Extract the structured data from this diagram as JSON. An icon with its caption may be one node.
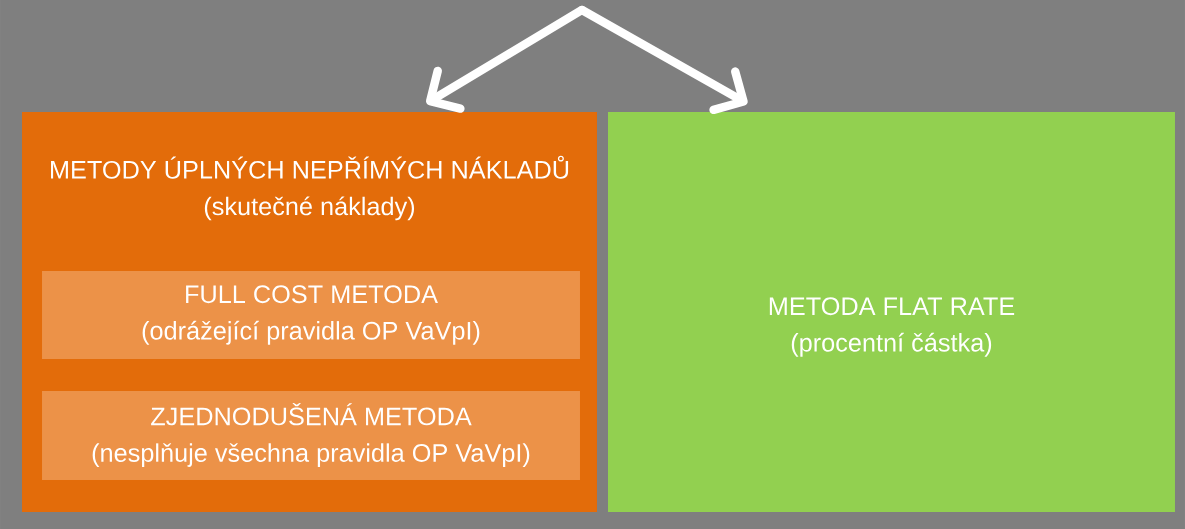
{
  "diagram": {
    "nodes": [
      {
        "text": [
          "METODY ÚPLNÝCH NEPŘÍMÝCH NÁKLADŮ",
          "(skutečné náklady)"
        ]
      },
      {
        "text": [
          "FULL COST METODA",
          "(odrážející pravidla OP VaVpI)"
        ],
        "in": 0
      },
      {
        "text": [
          "ZJEDNODUŠENÁ METODA",
          "(nesplňuje všechna pravidla OP VaVpI)"
        ],
        "in": 0
      },
      {
        "text": [
          "METODA FLAT RATE",
          "(procentní částka)"
        ]
      }
    ],
    "edges": [
      {
        "from": null,
        "to": 0,
        "arrow": "to"
      },
      {
        "from": null,
        "to": 3,
        "arrow": "to"
      }
    ]
  }
}
